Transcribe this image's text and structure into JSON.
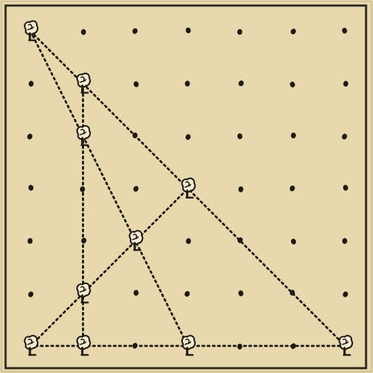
{
  "figure": {
    "kind": "dot-grid puzzle illustration",
    "grid": {
      "columns": 7,
      "rows": 7
    },
    "colors": {
      "paper": "#e8d8ae",
      "ink": "#1f1a14",
      "border": "#2a241c"
    },
    "tree_icon": "tree-icon",
    "trees": [
      {
        "col": 0,
        "row": 0
      },
      {
        "col": 1,
        "row": 1
      },
      {
        "col": 1,
        "row": 2
      },
      {
        "col": 3,
        "row": 3
      },
      {
        "col": 2,
        "row": 4
      },
      {
        "col": 1,
        "row": 5
      },
      {
        "col": 0,
        "row": 6
      },
      {
        "col": 1,
        "row": 6
      },
      {
        "col": 3,
        "row": 6
      },
      {
        "col": 6,
        "row": 6
      }
    ],
    "lines": [
      {
        "from": [
          0,
          0
        ],
        "to": [
          1,
          1
        ]
      },
      {
        "from": [
          1,
          1
        ],
        "to": [
          6,
          6
        ]
      },
      {
        "from": [
          0,
          0
        ],
        "to": [
          1,
          2
        ]
      },
      {
        "from": [
          1,
          2
        ],
        "to": [
          3,
          6
        ]
      },
      {
        "from": [
          1,
          1
        ],
        "to": [
          1,
          6
        ]
      },
      {
        "from": [
          0,
          6
        ],
        "to": [
          3,
          3
        ]
      },
      {
        "from": [
          0,
          6
        ],
        "to": [
          6,
          6
        ]
      }
    ]
  }
}
